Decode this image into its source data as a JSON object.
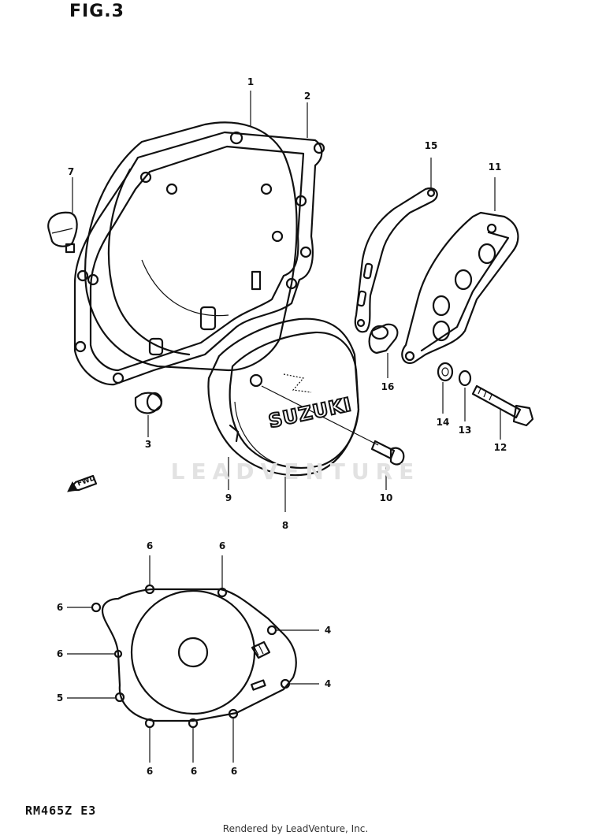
{
  "figure": {
    "title": "FIG.3",
    "model_code": "RM465Z  E3",
    "footer": "Rendered by LeadVenture, Inc.",
    "watermark": "LEADVENTURE",
    "direction_label": "FWD",
    "brand_mark": "SUZUKI"
  },
  "callouts": [
    {
      "id": "c1",
      "text": "1"
    },
    {
      "id": "c2",
      "text": "2"
    },
    {
      "id": "c15",
      "text": "15"
    },
    {
      "id": "c11",
      "text": "11"
    },
    {
      "id": "c7",
      "text": "7"
    },
    {
      "id": "c16",
      "text": "16"
    },
    {
      "id": "c14",
      "text": "14"
    },
    {
      "id": "c13",
      "text": "13"
    },
    {
      "id": "c12",
      "text": "12"
    },
    {
      "id": "c3",
      "text": "3"
    },
    {
      "id": "c9",
      "text": "9"
    },
    {
      "id": "c10",
      "text": "10"
    },
    {
      "id": "c8",
      "text": "8"
    },
    {
      "id": "c6a",
      "text": "6"
    },
    {
      "id": "c6b",
      "text": "6"
    },
    {
      "id": "c6c",
      "text": "6"
    },
    {
      "id": "c6d",
      "text": "6"
    },
    {
      "id": "c5",
      "text": "5"
    },
    {
      "id": "c4a",
      "text": "4"
    },
    {
      "id": "c4b",
      "text": "4"
    },
    {
      "id": "c6e",
      "text": "6"
    },
    {
      "id": "c6f",
      "text": "6"
    },
    {
      "id": "c6g",
      "text": "6"
    }
  ]
}
